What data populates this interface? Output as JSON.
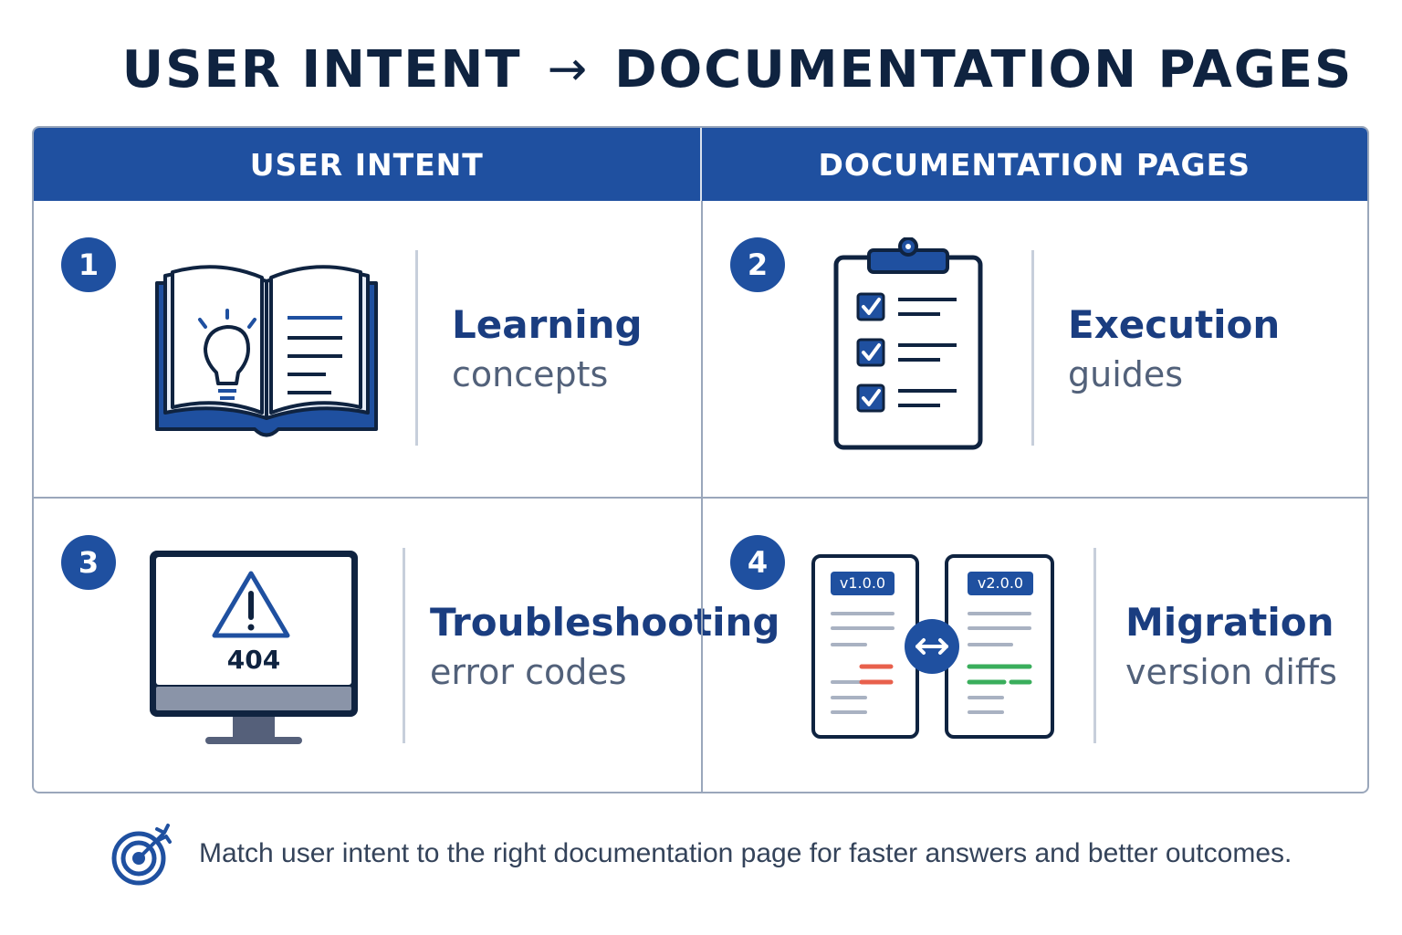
{
  "title": {
    "left": "USER INTENT",
    "arrow": "→",
    "right": "DOCUMENTATION PAGES"
  },
  "table": {
    "headers": [
      "USER INTENT",
      "DOCUMENTATION PAGES"
    ],
    "cells": [
      {
        "number": "1",
        "main": "Learning",
        "sub": "concepts",
        "icon": "open-book-lightbulb-icon"
      },
      {
        "number": "2",
        "main": "Execution",
        "sub": "guides",
        "icon": "clipboard-checklist-icon"
      },
      {
        "number": "3",
        "main": "Troubleshooting",
        "sub": "error codes",
        "icon": "monitor-warning-icon",
        "screen_code": "404"
      },
      {
        "number": "4",
        "main": "Migration",
        "sub": "version diffs",
        "icon": "version-compare-icon",
        "versions": [
          "v1.0.0",
          "v2.0.0"
        ]
      }
    ]
  },
  "footer": {
    "icon": "target-icon",
    "text": "Match user intent to the right documentation page for faster answers and better outcomes."
  },
  "colors": {
    "primary": "#1f50a0",
    "title": "#0f2340",
    "border": "#9aa7bb",
    "diff_removed": "#e8604c",
    "diff_added": "#3aae5c"
  }
}
